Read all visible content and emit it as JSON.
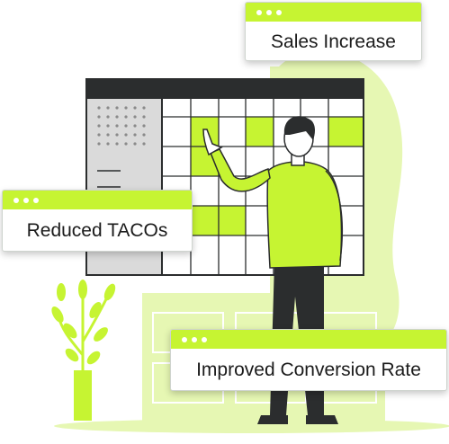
{
  "colors": {
    "accent": "#c6f432",
    "accent_light": "#e6f7b3",
    "dark": "#2b2d2e",
    "panel_gray": "#dadada",
    "white": "#ffffff"
  },
  "illustration": {
    "subject": "person-pointing-at-calendar-board",
    "icons": [
      "calendar-board-icon",
      "person-figure-icon",
      "potted-plant-icon",
      "cabinet-icon"
    ]
  },
  "cards": {
    "sales_increase": "Sales Increase",
    "reduced_tacos": "Reduced TACOs",
    "improved_conversion": "Improved Conversion Rate"
  }
}
